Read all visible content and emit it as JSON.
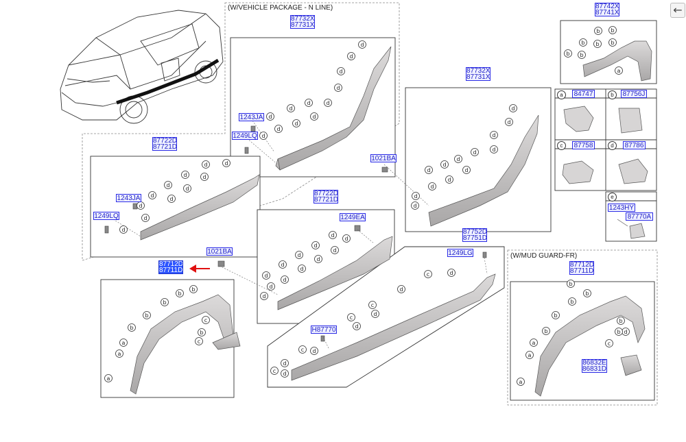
{
  "captions": {
    "n_line": "(W/VEHICLE PACKAGE - N LINE)",
    "mud_guard": "(W/MUD GUARD-FR)"
  },
  "nav": {
    "back_icon": "←"
  },
  "parts": {
    "p87732X_87731X_a": [
      "87732X",
      "87731X"
    ],
    "p87742X_87741X": [
      "87742X",
      "87741X"
    ],
    "p87732X_87731X_b": [
      "87732X",
      "87731X"
    ],
    "p1243JA_a": [
      "1243JA"
    ],
    "p1249LQ_a": [
      "1249LQ"
    ],
    "p87722D_87721D_a": [
      "87722D",
      "87721D"
    ],
    "p1243JA_b": [
      "1243JA"
    ],
    "p1249LQ_b": [
      "1249LQ"
    ],
    "p1021BA_a": [
      "1021BA"
    ],
    "p87722D_87721D_b": [
      "87722D",
      "87721D"
    ],
    "p1249EA": [
      "1249EA"
    ],
    "p1021BA_b": [
      "1021BA"
    ],
    "p87712D_87711D_a": [
      "87712D",
      "87711D"
    ],
    "p87752D_87751D": [
      "87752D",
      "87751D"
    ],
    "p1249LG": [
      "1249LG"
    ],
    "pH87770": [
      "H87770"
    ],
    "p87712D_87711D_b": [
      "87712D",
      "87711D"
    ],
    "p86832E_86831D": [
      "86832E",
      "86831D"
    ],
    "p84747": [
      "84747"
    ],
    "p87756J": [
      "87756J"
    ],
    "p87758": [
      "87758"
    ],
    "p87786": [
      "87786"
    ],
    "p1243HY": [
      "1243HY"
    ],
    "p87770A": [
      "87770A"
    ]
  },
  "legend": {
    "a": "a",
    "b": "b",
    "c": "c",
    "d": "d",
    "e": "e"
  },
  "colors": {
    "hotspot_border": "#2a2ae6",
    "hotspot_fill": "#eef0ff",
    "active_fill": "#2d55ff",
    "arrow": "#e01010",
    "part_fill": "#c9c7c7"
  }
}
